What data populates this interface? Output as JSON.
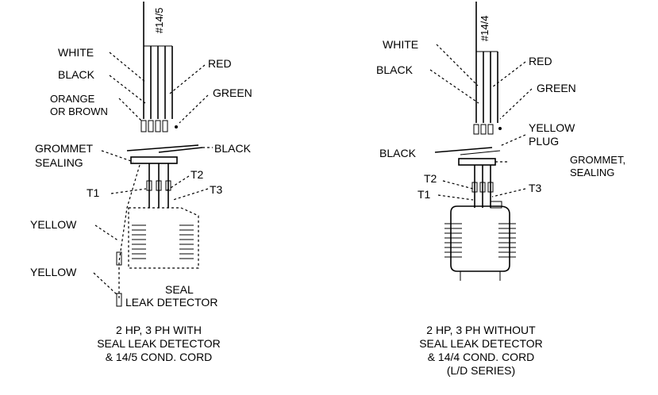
{
  "left": {
    "cord_label": "#14/5",
    "labels": {
      "white": "WHITE",
      "black": "BLACK",
      "orange1": "ORANGE",
      "orange2": "OR BROWN",
      "red": "RED",
      "green": "GREEN",
      "grommet1": "GROMMET",
      "grommet2": "SEALING",
      "black2": "BLACK",
      "t2": "T2",
      "t3": "T3",
      "t1": "T1",
      "yellow1": "YELLOW",
      "yellow2": "YELLOW",
      "seal1": "SEAL",
      "seal2": "LEAK DETECTOR"
    },
    "caption": [
      "2 HP, 3 PH WITH",
      "SEAL LEAK DETECTOR",
      "& 14/5 COND. CORD"
    ]
  },
  "right": {
    "cord_label": "#14/4",
    "labels": {
      "white": "WHITE",
      "black": "BLACK",
      "red": "RED",
      "green": "GREEN",
      "yellow1": "YELLOW",
      "yellow2": "PLUG",
      "black2": "BLACK",
      "grommet1": "GROMMET,",
      "grommet2": "SEALING",
      "t2": "T2",
      "t1": "T1",
      "t3": "T3"
    },
    "caption": [
      "2 HP, 3 PH WITHOUT",
      "SEAL LEAK DETECTOR",
      "& 14/4 COND. CORD",
      "(L/D SERIES)"
    ]
  }
}
